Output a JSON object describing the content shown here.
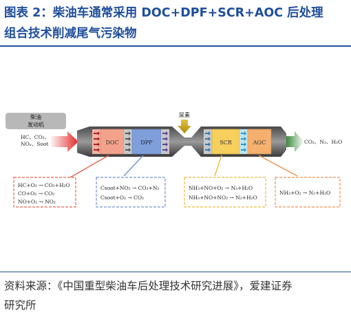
{
  "title": {
    "line1": "图表 2：柴油车通常采用 DOC+DPF+SCR+AOC 后处理",
    "line2": "组合技术削减尾气污染物"
  },
  "figure": {
    "engine_line1": "柴油",
    "engine_line2": "发动机",
    "input_gases_line1": "HC、CO₂、",
    "input_gases_line2": "NOₓ、Soot",
    "urea": "尿素",
    "doc": "DOC",
    "dpf": "DPF",
    "scr": "SCR",
    "aoc": "AOC",
    "output_gases": "CO₂、N₂、H₂O",
    "doc_reactions": [
      "HC+O₂ → CO₂+H₂O",
      "CO+O₂ → CO₂",
      "NO+O₂ → NO₂"
    ],
    "dpf_reactions": [
      "Csoot+NO₂ → CO₂+N₂",
      "Csoot+O₂ → CO₂"
    ],
    "scr_reactions": [
      "NH₃+NO+O₂ → N₂+H₂O",
      "NH₃+NO+NO₂ → N₂+H₂O"
    ],
    "aoc_reactions": [
      "NH₃+O₂ → N₂+H₂O"
    ],
    "colors": {
      "doc": "#f3a38c",
      "dpf": "#7f9fdb",
      "scr": "#f7cf5c",
      "aoc": "#f5b070",
      "doc_border": "#e8604a",
      "dpf_border": "#6f8fd0",
      "scr_border": "#e9b93a",
      "aoc_border": "#ef9050"
    }
  },
  "source": {
    "line1": "资料来源：《中国重型柴油车后处理技术研究进展》，爱建证券",
    "line2": "研究所"
  }
}
